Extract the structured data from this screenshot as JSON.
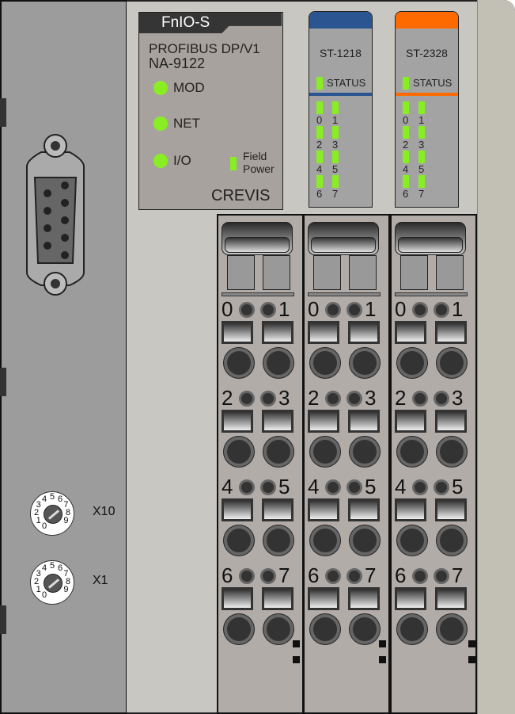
{
  "head": {
    "series": "FnIO-S",
    "protocol": "PROFIBUS DP/V1",
    "model": "NA-9122",
    "leds": [
      "MOD",
      "NET",
      "I/O"
    ],
    "field_power": [
      "Field",
      "Power"
    ],
    "brand": "CREVIS"
  },
  "modules": [
    {
      "name": "ST-1218",
      "status": "STATUS",
      "color": "#2b5590",
      "channels": [
        "0",
        "1",
        "2",
        "3",
        "4",
        "5",
        "6",
        "7"
      ]
    },
    {
      "name": "ST-2328",
      "status": "STATUS",
      "color": "#ff6a00",
      "channels": [
        "0",
        "1",
        "2",
        "3",
        "4",
        "5",
        "6",
        "7"
      ]
    }
  ],
  "terminal_channels": [
    "0",
    "1",
    "2",
    "3",
    "4",
    "5",
    "6",
    "7"
  ],
  "switches": [
    {
      "label": "X10",
      "digits": [
        "0",
        "1",
        "2",
        "3",
        "4",
        "5",
        "6",
        "7",
        "8",
        "9"
      ]
    },
    {
      "label": "X1",
      "digits": [
        "0",
        "1",
        "2",
        "3",
        "4",
        "5",
        "6",
        "7",
        "8",
        "9"
      ]
    }
  ],
  "led_color": "#88ee22"
}
